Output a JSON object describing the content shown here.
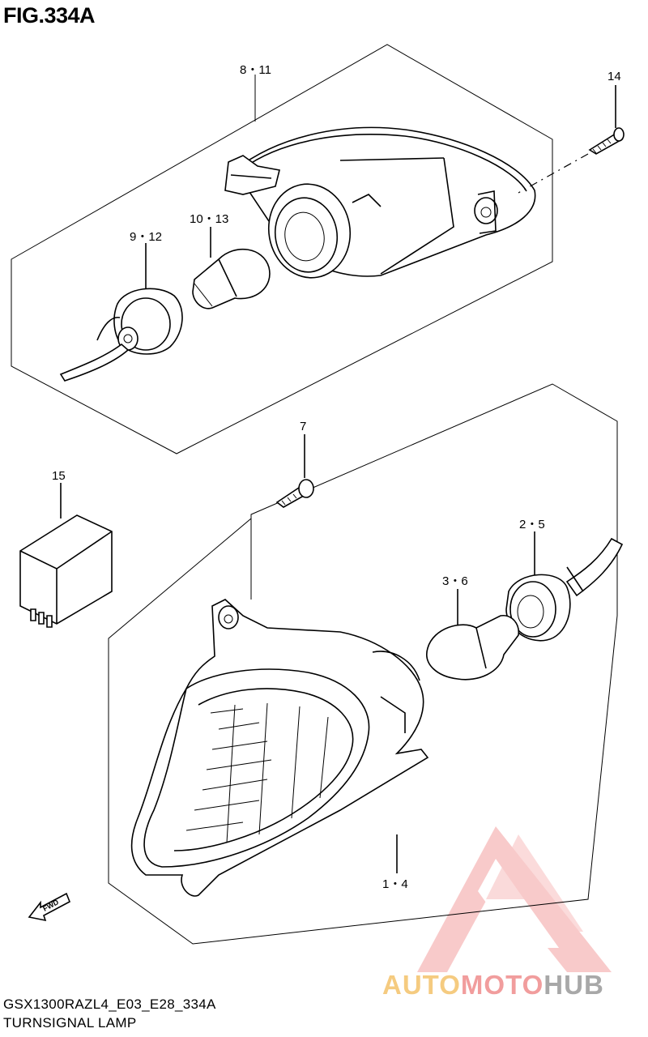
{
  "figure": {
    "title": "FIG.334A",
    "model_code": "GSX1300RAZL4_E03_E28_334A",
    "part_group_name": "TURNSIGNAL LAMP"
  },
  "callouts": {
    "c8_11": "8・11",
    "c14": "14",
    "c10_13": "10・13",
    "c9_12": "9・12",
    "c7": "7",
    "c15": "15",
    "c2_5": "2・5",
    "c3_6": "3・6",
    "c1_4": "1・4"
  },
  "direction_arrow": {
    "label": "FWD",
    "icon": "forward-arrow-icon"
  },
  "watermark": {
    "part1": "AUTO",
    "part2": "MOTO",
    "part3": "HUB",
    "colors": {
      "auto": "#f4c26b",
      "moto": "#ef8c8c",
      "hub": "#9a9a9a",
      "logo": "#f4a0a0"
    }
  }
}
